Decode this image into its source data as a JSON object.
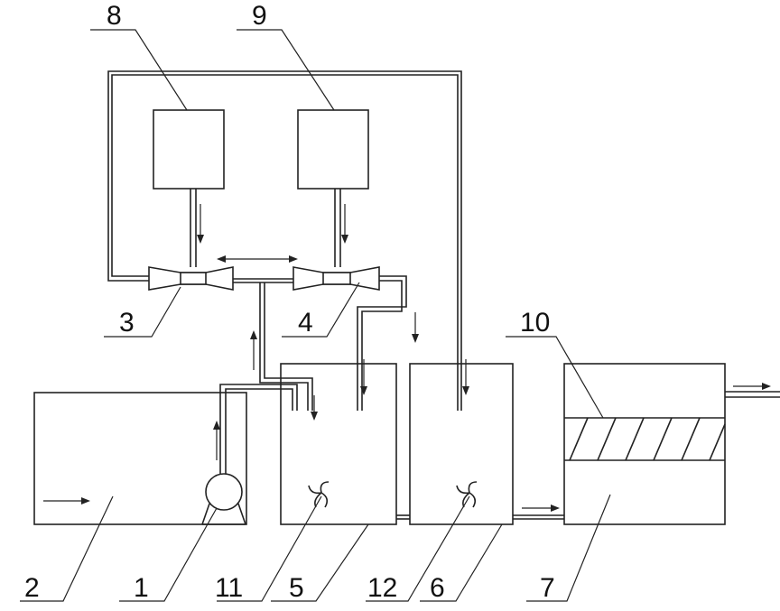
{
  "labels": {
    "n1": "1",
    "n2": "2",
    "n3": "3",
    "n4": "4",
    "n5": "5",
    "n6": "6",
    "n7": "7",
    "n8": "8",
    "n9": "9",
    "n10": "10",
    "n11": "11",
    "n12": "12"
  },
  "colors": {
    "line": "#222222",
    "background": "#ffffff"
  }
}
